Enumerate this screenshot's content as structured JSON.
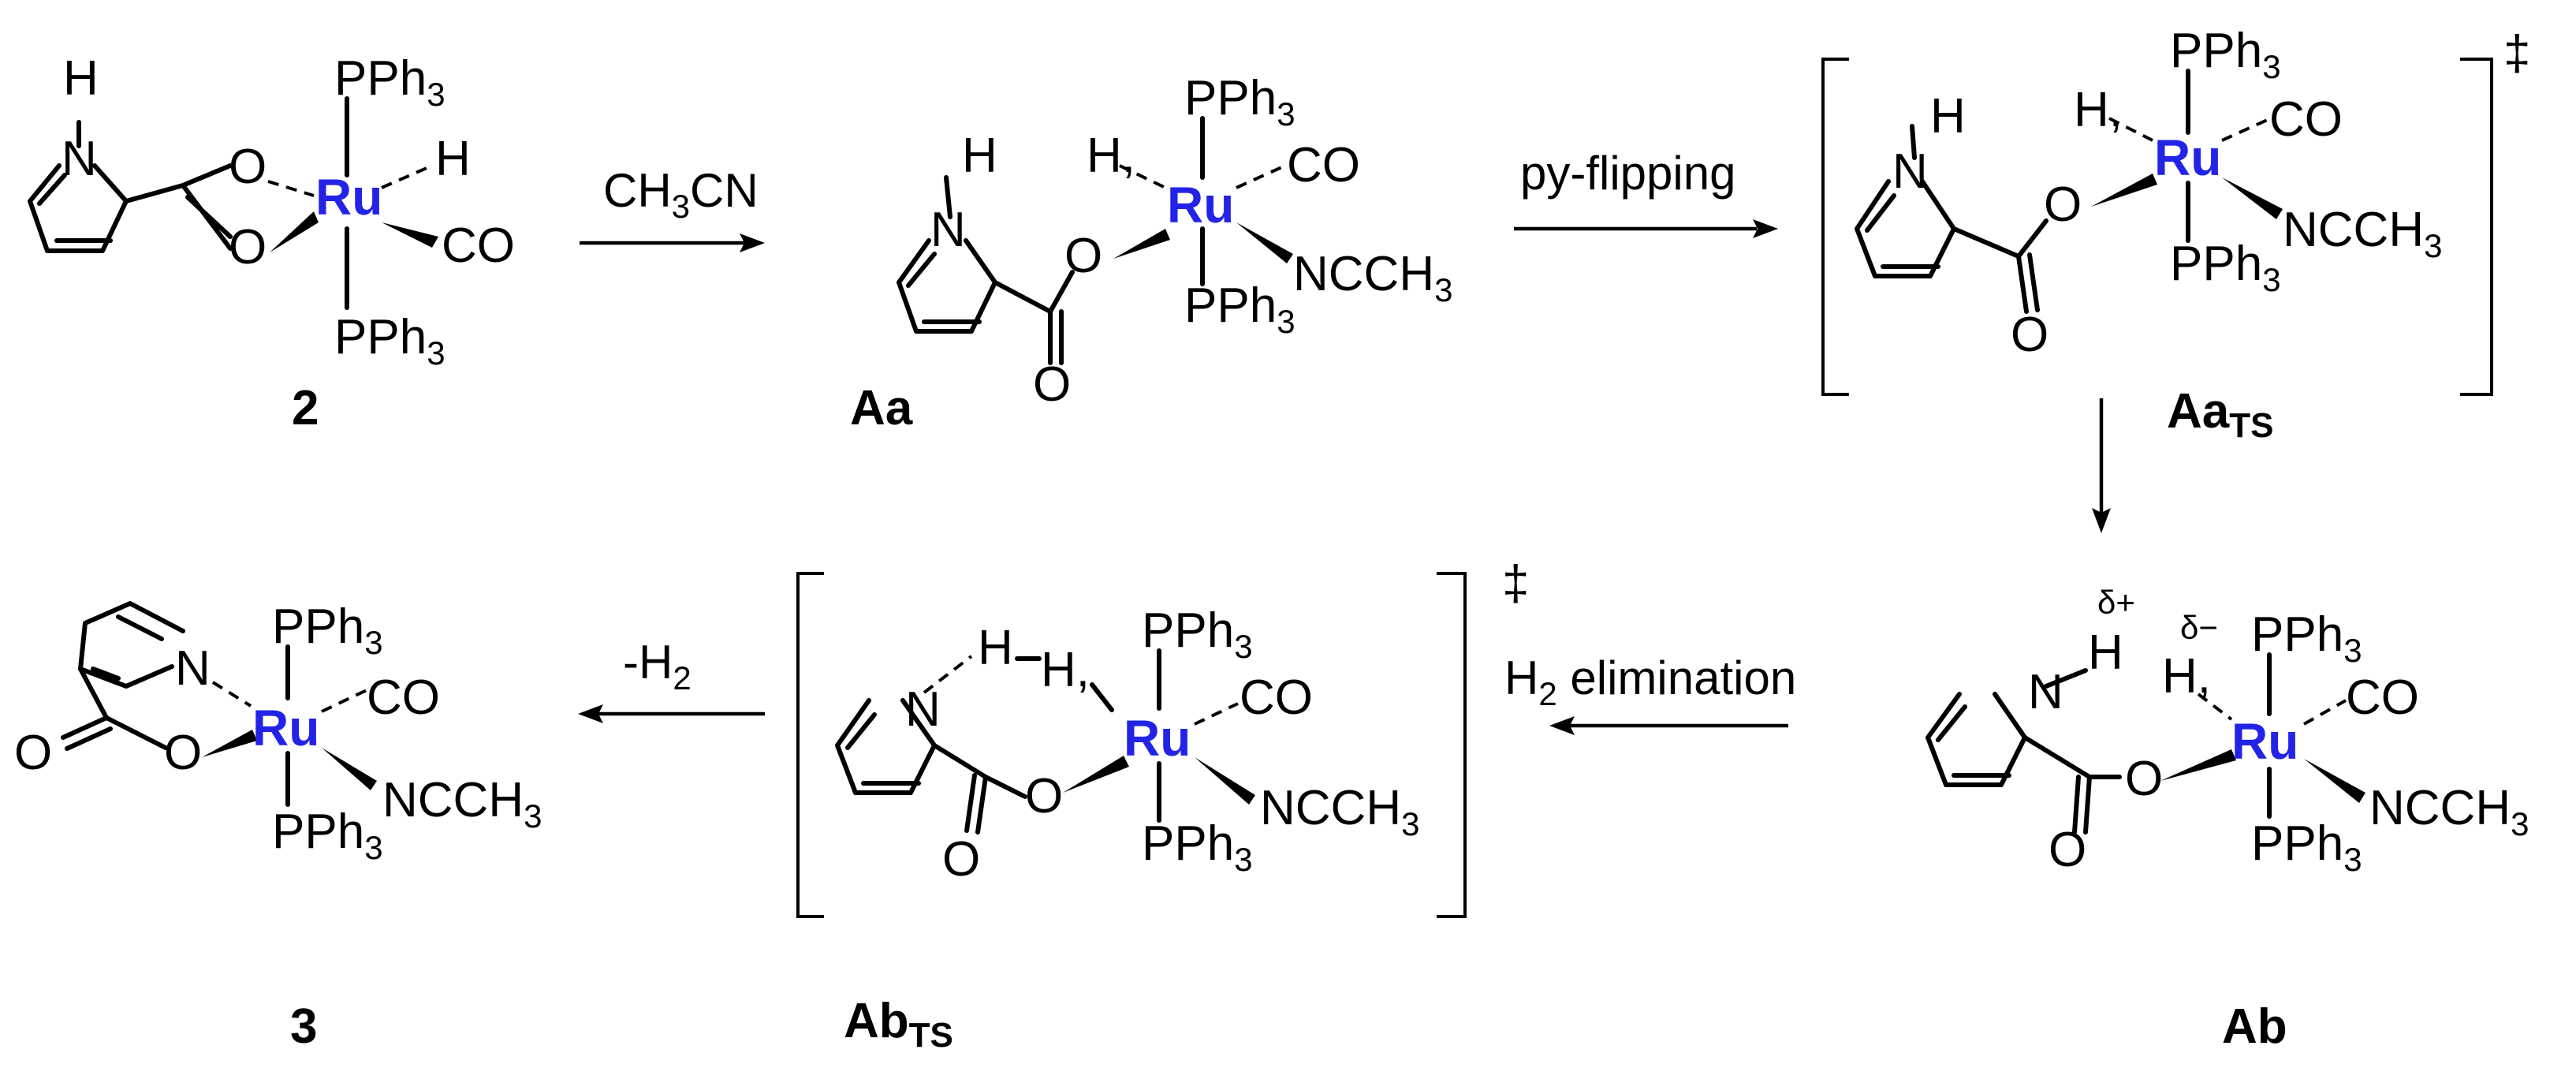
{
  "colors": {
    "metal": "#2323e8",
    "ink": "#000000",
    "background": "#ffffff"
  },
  "atoms": {
    "metal": "Ru",
    "phosphine_main": "PPh",
    "phosphine_sub": "3",
    "carbonyl": "CO",
    "nitrile_main": "NCCH",
    "nitrile_sub": "3",
    "hydrogen": "H",
    "nitrogen": "N",
    "oxygen": "O",
    "delta_plus": "δ+",
    "delta_minus": "δ−"
  },
  "compounds": {
    "c2": {
      "label": "2"
    },
    "Aa": {
      "label": "Aa"
    },
    "AaTS": {
      "label": "Aa",
      "sub": "TS",
      "mark": "‡"
    },
    "Ab": {
      "label": "Ab"
    },
    "AbTS": {
      "label": "Ab",
      "sub": "TS",
      "mark": "‡"
    },
    "c3": {
      "label": "3"
    }
  },
  "arrows": {
    "a1": {
      "main": "CH",
      "sub": "3",
      "tail": "CN"
    },
    "a2": {
      "text": "py-flipping"
    },
    "a3": {
      "text": ""
    },
    "a4": {
      "pre": "H",
      "sub": "2",
      "post": " elimination"
    },
    "a5": {
      "pre": "-H",
      "sub": "2"
    }
  }
}
